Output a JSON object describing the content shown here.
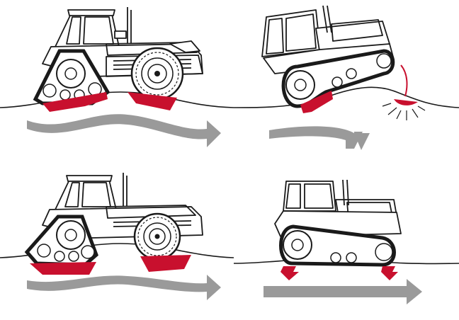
{
  "figure": {
    "panels": [
      {
        "id": "top-left",
        "vehicle": "tractor-with-rear-track-units",
        "ground": "uneven",
        "flow": "wavy"
      },
      {
        "id": "top-right",
        "vehicle": "rigid-crawler-tractor",
        "ground": "uneven",
        "flow": "downward"
      },
      {
        "id": "bottom-left",
        "vehicle": "tractor-with-rear-track-units",
        "ground": "uneven",
        "flow": "wavy"
      },
      {
        "id": "bottom-right",
        "vehicle": "flexible-crawler-tractor",
        "ground": "uneven",
        "flow": "straight"
      }
    ],
    "colors": {
      "outline": "#1a1a1a",
      "pressure_red": "#c8102e",
      "flow_gray": "#9a9a9a",
      "background": "#ffffff"
    }
  }
}
